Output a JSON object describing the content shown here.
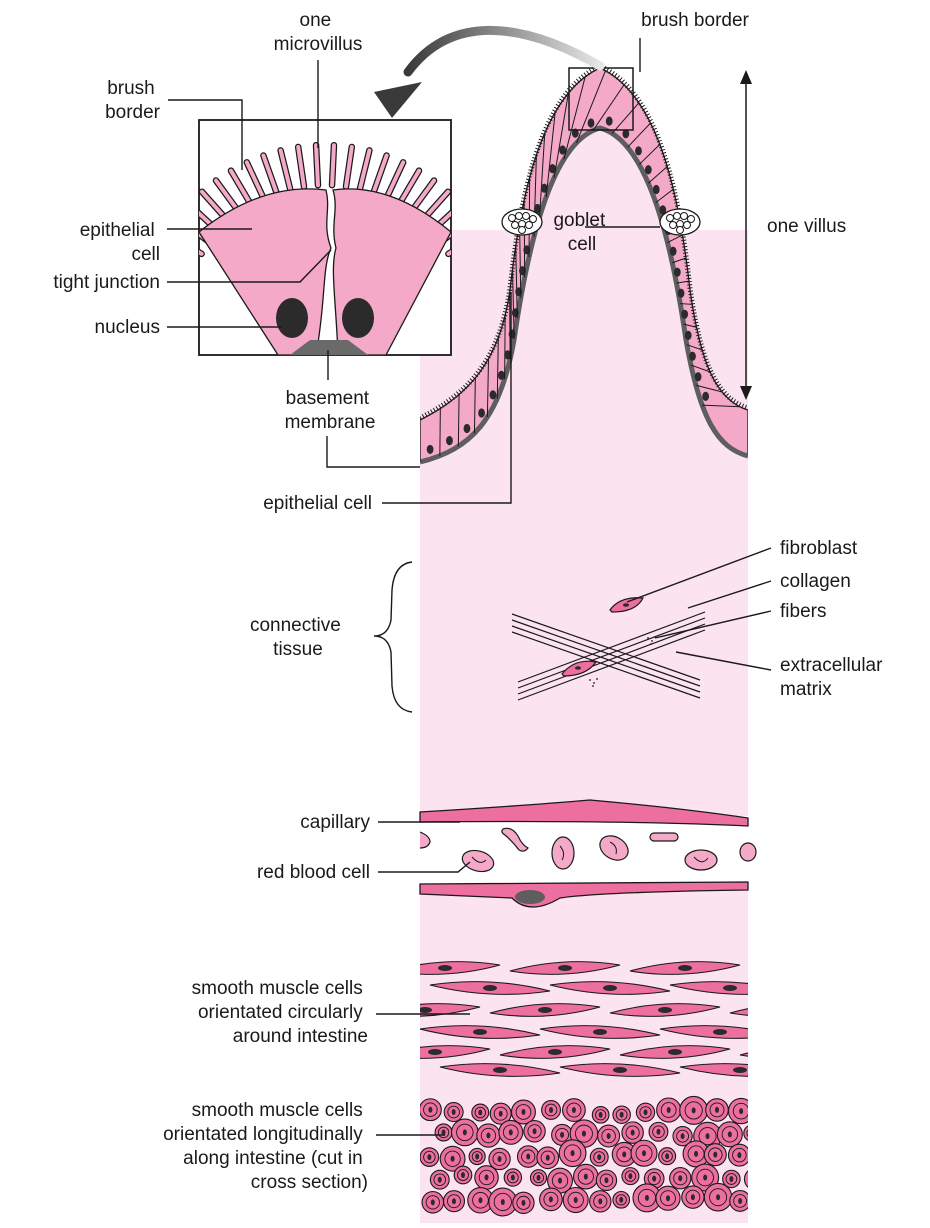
{
  "colors": {
    "tissue_background": "#fbe3ef",
    "cell_pink": "#f4a9c8",
    "cell_dark_pink": "#e6659d",
    "muscle_pink": "#ec6f9f",
    "nucleus": "#2b2b2b",
    "basement_membrane": "#5e5e5e",
    "line": "#1a1a1a"
  },
  "labels": {
    "one_microvillus": [
      "one",
      "microvillus"
    ],
    "brush_border_inset": [
      "brush",
      "border"
    ],
    "brush_border_top": "brush border",
    "epithelial_cell_inset": [
      "epithelial",
      "cell"
    ],
    "tight_junction": "tight junction",
    "nucleus": "nucleus",
    "basement_membrane": [
      "basement",
      "membrane"
    ],
    "goblet_cell": [
      "goblet",
      "cell"
    ],
    "one_villus": "one villus",
    "epithelial_cell": "epithelial cell",
    "fibroblast": "fibroblast",
    "collagen_fibers": [
      "collagen",
      "fibers"
    ],
    "extracellular_matrix": [
      "extracellular",
      "matrix"
    ],
    "connective_tissue": [
      "connective",
      "tissue"
    ],
    "capillary": "capillary",
    "red_blood_cell": "red blood cell",
    "smooth_muscle_circular": [
      "smooth muscle cells",
      "orientated circularly",
      "around intestine"
    ],
    "smooth_muscle_longitudinal": [
      "smooth muscle cells",
      "orientated longitudinally",
      "along intestine (cut in",
      "cross section)"
    ]
  }
}
